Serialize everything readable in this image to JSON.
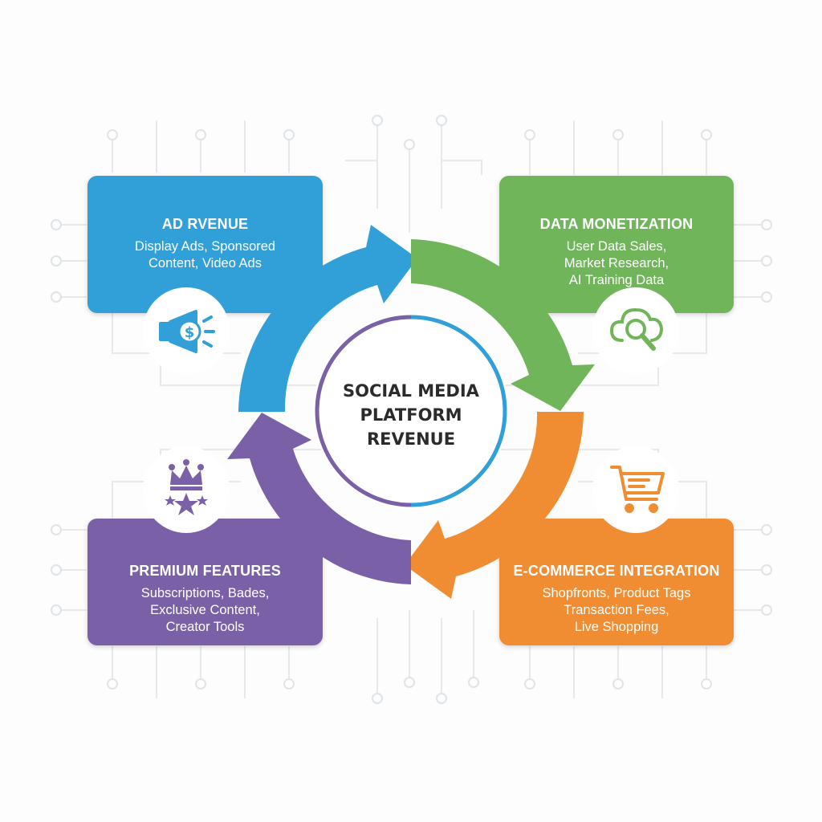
{
  "center": {
    "line1": "SOCIAL MEDIA",
    "line2": "PLATFORM",
    "line3": "REVENUE"
  },
  "cards": {
    "ad": {
      "title": "AD RVENUE",
      "lines": [
        "Display Ads, Sponsored",
        "Content, Video Ads"
      ],
      "color": "#319fd8",
      "icon": "megaphone-dollar-icon"
    },
    "data": {
      "title": "DATA MONETIZATION",
      "lines": [
        "User Data Sales,",
        "Market Research,",
        "AI Training Data"
      ],
      "color": "#70b55a",
      "icon": "cloud-magnifier-icon"
    },
    "premium": {
      "title": "PREMIUM FEATURES",
      "lines": [
        "Subscriptions, Bades,",
        "Exclusive Content,",
        "Creator Tools"
      ],
      "color": "#7a61a7",
      "icon": "crown-stars-icon"
    },
    "ecom": {
      "title": "E-COMMERCE INTEGRATION",
      "lines": [
        "Shopfronts, Product Tags",
        "Transaction Fees,",
        "Live Shopping"
      ],
      "color": "#f08c32",
      "icon": "shopping-cart-icon"
    }
  }
}
